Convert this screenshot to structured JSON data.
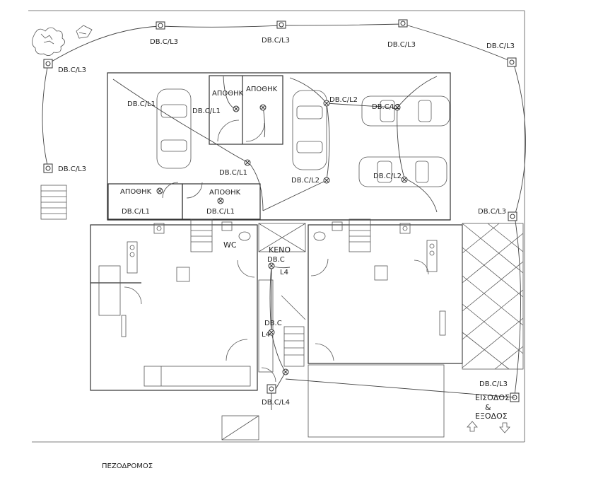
{
  "labels": {
    "l3_top_1": "DB.C/L3",
    "l3_top_2": "DB.C/L3",
    "l3_top_3": "DB.C/L3",
    "l3_top_4": "DB.C/L3",
    "l3_left_1": "DB.C/L3",
    "l3_left_2": "DB.C/L3",
    "l3_right_1": "DB.C/L3",
    "l3_right_2": "DB.C/L3",
    "l1_a": "DB.C/L1",
    "l1_b": "DB.C/L1",
    "l1_c": "DB.C/L1",
    "l1_d": "DB.C/L1",
    "l1_e": "DB.C/L1",
    "l2_a": "DB.C/L2",
    "l2_b": "DB.C/L2",
    "l2_c": "DB.C/L2",
    "l2_d": "DB.C/L2",
    "dbc_1": "DB.C",
    "dbc_2": "DB.C",
    "l4_1": "L4",
    "l4_2": "L4",
    "l4_3": "DB.C/L4"
  },
  "rooms": {
    "storage_1": "ΑΠΟΘΗΚ",
    "storage_2": "ΑΠΟΘΗΚ",
    "storage_3": "ΑΠΟΘΗΚ",
    "storage_4": "ΑΠΟΘΗΚ",
    "wc": "WC",
    "void": "ΚΕΝΟ"
  },
  "entry": {
    "line1": "ΕΙΣΟΔΟΣ",
    "line2": "&",
    "line3": "ΕΞΟΔΟΣ"
  },
  "street": "ΠΕΖΟΔΡΟΜΟΣ",
  "icons": [
    "lamp-icon",
    "car-icon",
    "sink-icon",
    "stove-icon",
    "arrow-up-icon",
    "arrow-down-icon",
    "tree-icon"
  ]
}
